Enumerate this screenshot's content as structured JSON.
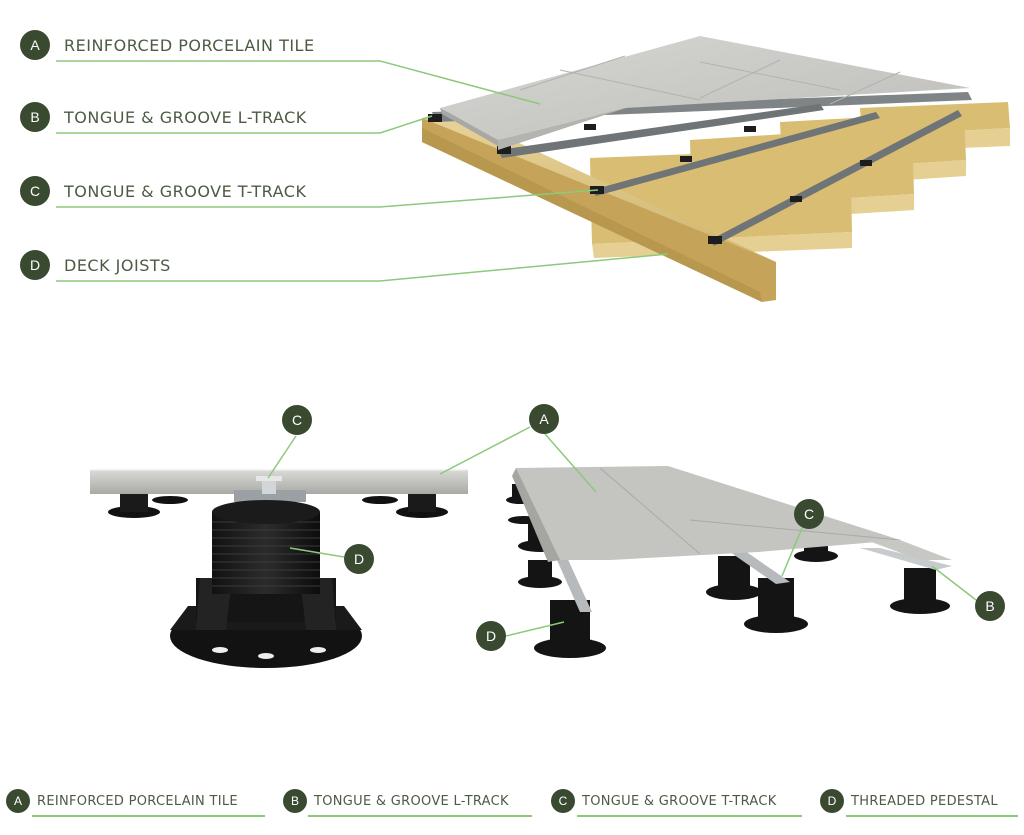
{
  "top_labels": [
    {
      "letter": "A",
      "text": "REINFORCED PORCELAIN TILE"
    },
    {
      "letter": "B",
      "text": "TONGUE & GROOVE L-TRACK"
    },
    {
      "letter": "C",
      "text": "TONGUE & GROOVE T-TRACK"
    },
    {
      "letter": "D",
      "text": "DECK JOISTS"
    }
  ],
  "left_callouts": [
    "C",
    "D"
  ],
  "right_callouts": [
    "A",
    "C",
    "B",
    "D"
  ],
  "legend": [
    {
      "letter": "A",
      "text": "REINFORCED PORCELAIN TILE"
    },
    {
      "letter": "B",
      "text": "TONGUE & GROOVE L-TRACK"
    },
    {
      "letter": "C",
      "text": "TONGUE & GROOVE T-TRACK"
    },
    {
      "letter": "D",
      "text": "THREADED PEDESTAL"
    }
  ],
  "colors": {
    "badge": "#3a4a30",
    "label_text": "#4d5a44",
    "leader_line": "#8cc97a",
    "tile": "#c9c9c6",
    "joist": "#e3cc8e",
    "track": "#7f8487",
    "pedestal": "#1e1e1e"
  }
}
